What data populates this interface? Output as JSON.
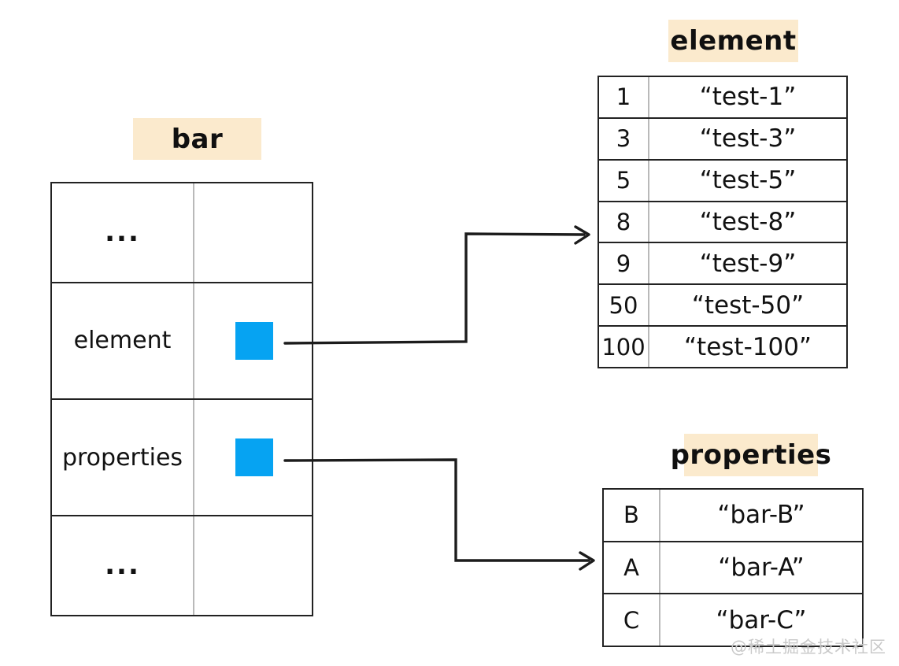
{
  "diagram": {
    "watermark": "@稀土掘金技术社区",
    "colors": {
      "title_highlight": "#fbeacd",
      "reference_swatch": "#06a3f2",
      "border": "#222222",
      "inner_divider": "#b9b9b9",
      "watermark": "#c9c9c9"
    }
  },
  "bar_table": {
    "title": "bar",
    "rows": [
      {
        "key": "...",
        "value": "",
        "kind": "ellipsis"
      },
      {
        "key": "element",
        "value": "",
        "kind": "reference"
      },
      {
        "key": "properties",
        "value": "",
        "kind": "reference"
      },
      {
        "key": "...",
        "value": "",
        "kind": "ellipsis"
      }
    ]
  },
  "element_table": {
    "title": "element",
    "rows": [
      {
        "key": "1",
        "value": "“test-1”"
      },
      {
        "key": "3",
        "value": "“test-3”"
      },
      {
        "key": "5",
        "value": "“test-5”"
      },
      {
        "key": "8",
        "value": "“test-8”"
      },
      {
        "key": "9",
        "value": "“test-9”"
      },
      {
        "key": "50",
        "value": "“test-50”"
      },
      {
        "key": "100",
        "value": "“test-100”"
      }
    ]
  },
  "properties_table": {
    "title": "properties",
    "rows": [
      {
        "key": "B",
        "value": "“bar-B”"
      },
      {
        "key": "A",
        "value": "“bar-A”"
      },
      {
        "key": "C",
        "value": "“bar-C”"
      }
    ]
  },
  "connectors": [
    {
      "from": "bar.element",
      "to": "element_table",
      "label": ""
    },
    {
      "from": "bar.properties",
      "to": "properties_table",
      "label": ""
    }
  ]
}
